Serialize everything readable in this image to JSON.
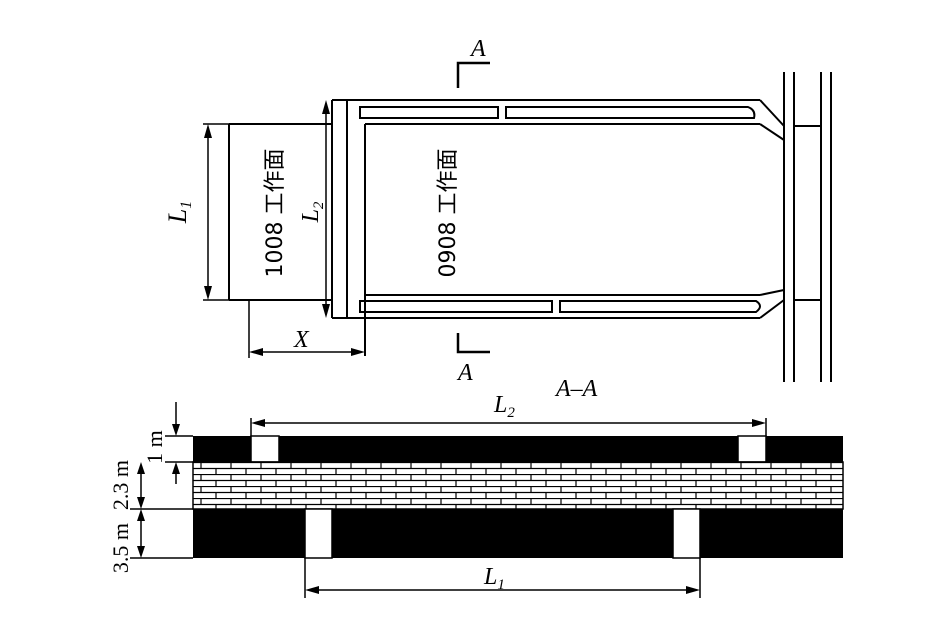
{
  "plan": {
    "section_mark_top": "A",
    "section_mark_bottom": "A",
    "face_1008": "1008 工作面",
    "face_0908": "0908 工作面",
    "dim_L1": "L",
    "dim_L1_sub": "1",
    "dim_L2": "L",
    "dim_L2_sub": "2",
    "dim_X": "X"
  },
  "section": {
    "title": "A–A",
    "dim_L2": "L",
    "dim_L2_sub": "2",
    "dim_L1": "L",
    "dim_L1_sub": "1",
    "thickness_top": "1 m",
    "thickness_middle": "2.3 m",
    "thickness_bottom": "3.5 m"
  },
  "colors": {
    "line": "#000000",
    "coal": "#000000",
    "background": "#ffffff"
  }
}
